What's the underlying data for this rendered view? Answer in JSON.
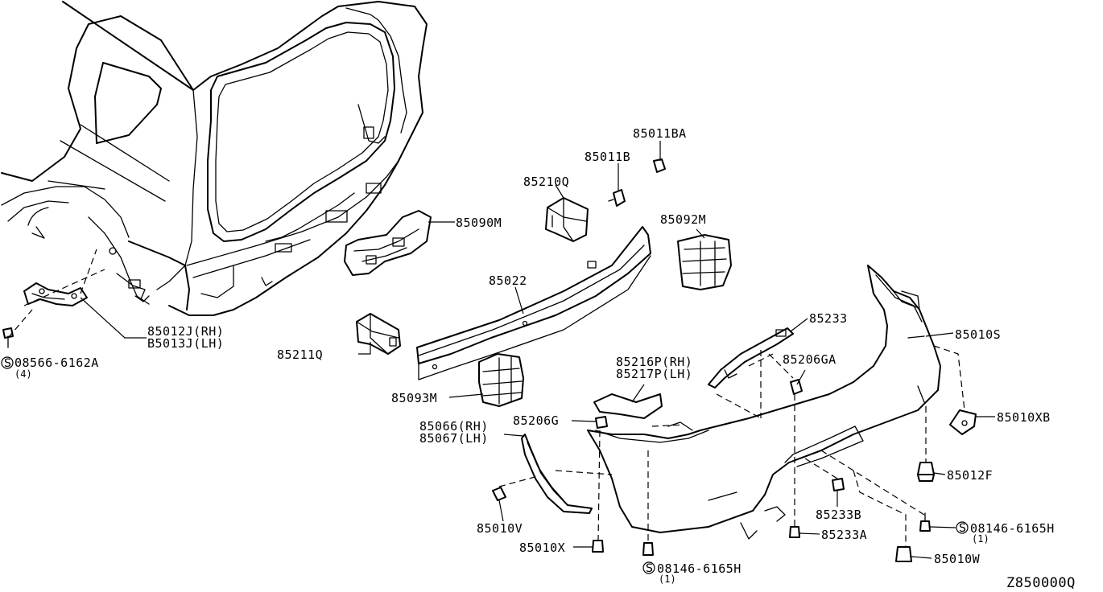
{
  "diagram_id": "Z850000Q",
  "labels": {
    "p85011BA": "85011BA",
    "p85011B": "85011B",
    "p85210Q": "85210Q",
    "p85090M": "85090M",
    "p85092M": "85092M",
    "p85022": "85022",
    "p85233": "85233",
    "p85010S": "85010S",
    "p85012J": "85012J(RH)",
    "p85013J": "B5013J(LH)",
    "p08566": "08566-6162A",
    "p08566_qty": "(4)",
    "p85211Q": "85211Q",
    "p85216P": "85216P(RH)",
    "p85217P": "85217P(LH)",
    "p85206GA": "85206GA",
    "p85093M": "85093M",
    "p85066": "85066(RH)",
    "p85067": "85067(LH)",
    "p85206G": "85206G",
    "p85010XB": "85010XB",
    "p85012F": "85012F",
    "p85233B": "85233B",
    "p08146_r": "08146-6165H",
    "p08146_r_qty": "(1)",
    "p85010V": "85010V",
    "p85233A": "85233A",
    "p85010X": "85010X",
    "p85010W": "85010W",
    "p08146_b": "08146-6165H",
    "p08146_b_qty": "(1)",
    "screw_symbol": "S"
  }
}
